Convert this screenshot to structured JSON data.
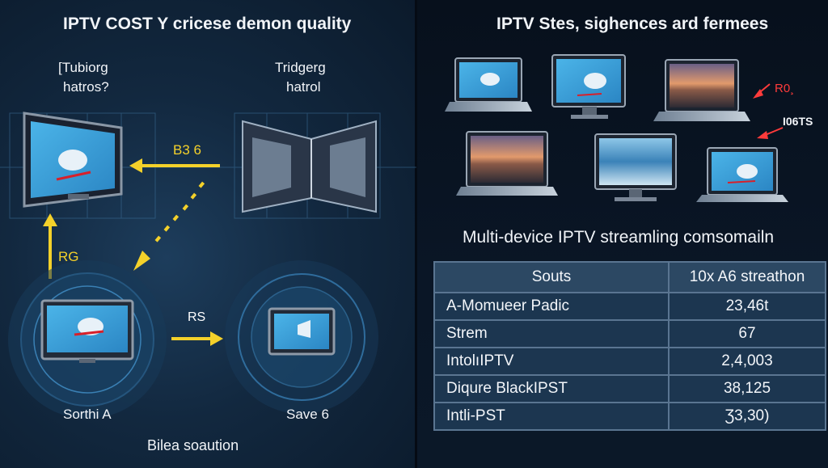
{
  "left": {
    "title": "IPTV COST Y cricese demon quality",
    "label_top_left": [
      "[Tubiorg",
      "hatros?"
    ],
    "label_top_right": [
      "Tridgerg",
      "hatrol"
    ],
    "arrow_label_top": "B3 6",
    "arrow_label_left": "RG",
    "arrow_label_bottom": "RS",
    "device_label_left": "Sorthi A",
    "device_label_right": "Save 6",
    "footer": "Bilea soaution"
  },
  "right": {
    "title": "IPTV Stes, sighences ard fermees",
    "label_r0": "R0¸",
    "label_ictts": "I06TS",
    "table_title": "Multi-device IPTV streamling comsomailn",
    "table": {
      "headers": [
        "Souts",
        "10x A6 streathon"
      ],
      "rows": [
        [
          "A-Momueer Padic",
          "23,46t"
        ],
        [
          "Strem",
          "67"
        ],
        [
          "IntolıIPTV",
          "2,4,003"
        ],
        [
          "Diqure BlackIPST",
          "38,125"
        ],
        [
          "Intli-PST",
          "Ʒ3,30)"
        ]
      ]
    }
  },
  "colors": {
    "accent": "#f4d12a",
    "screen": "#3da0d8",
    "table_bg": "#1c3650",
    "header_bg": "#2c4863",
    "alert": "#ff3b3b"
  }
}
